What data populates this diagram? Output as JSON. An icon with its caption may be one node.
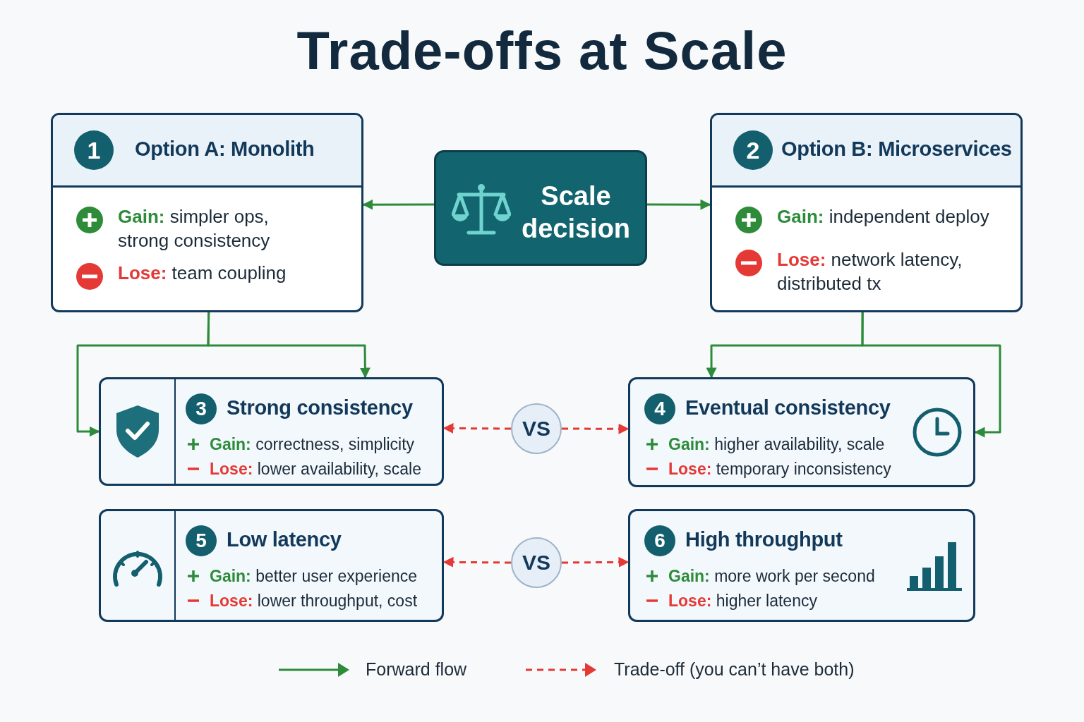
{
  "diagram": {
    "title": "Trade-offs at Scale",
    "nodes": [
      {
        "text": [
          "1",
          "Option A: Monolith",
          "**Gain:** simpler ops, strong consistency",
          "**Lose:** team coupling"
        ]
      },
      {
        "text": [
          "Scale decision"
        ]
      },
      {
        "text": [
          "2",
          "Option B: Microservices",
          "**Gain:** independent deploy",
          "**Lose:** network latency, distributed tx"
        ]
      },
      {
        "text": [
          "3",
          "Strong consistency",
          "**Gain:** correctness, simplicity",
          "**Lose:** lower availability, scale"
        ]
      },
      {
        "text": [
          "VS"
        ]
      },
      {
        "text": [
          "4",
          "Eventual consistency",
          "**Gain:** higher availability, scale",
          "**Lose:** temporary inconsistency"
        ]
      },
      {
        "text": [
          "5",
          "Low latency",
          "**Gain:** better user experience",
          "**Lose:** lower throughput, cost"
        ]
      },
      {
        "text": [
          "VS"
        ]
      },
      {
        "text": [
          "6",
          "High throughput",
          "**Gain:** more work per second",
          "**Lose:** higher latency"
        ]
      }
    ],
    "edges": [
      {
        "from": 1,
        "to": 0,
        "arrow": "to"
      },
      {
        "from": 1,
        "to": 2,
        "arrow": "to"
      },
      {
        "from": 0,
        "to": 3,
        "arrow": "to"
      },
      {
        "from": 0,
        "to": 3,
        "arrow": "to"
      },
      {
        "from": 2,
        "to": 5,
        "arrow": "to"
      },
      {
        "from": 2,
        "to": 5,
        "arrow": "to"
      },
      {
        "from": 4,
        "to": 3,
        "arrow": "to",
        "style": "dashed",
        "color": "#e53935"
      },
      {
        "from": 4,
        "to": 5,
        "arrow": "to",
        "style": "dashed",
        "color": "#e53935"
      },
      {
        "from": 7,
        "to": 6,
        "arrow": "to",
        "style": "dashed",
        "color": "#e53935"
      },
      {
        "from": 7,
        "to": 8,
        "arrow": "to",
        "style": "dashed",
        "color": "#e53935"
      }
    ],
    "legend": [
      {
        "text": "Forward flow"
      },
      {
        "text": "Trade-off (you can’t have both)"
      }
    ]
  }
}
